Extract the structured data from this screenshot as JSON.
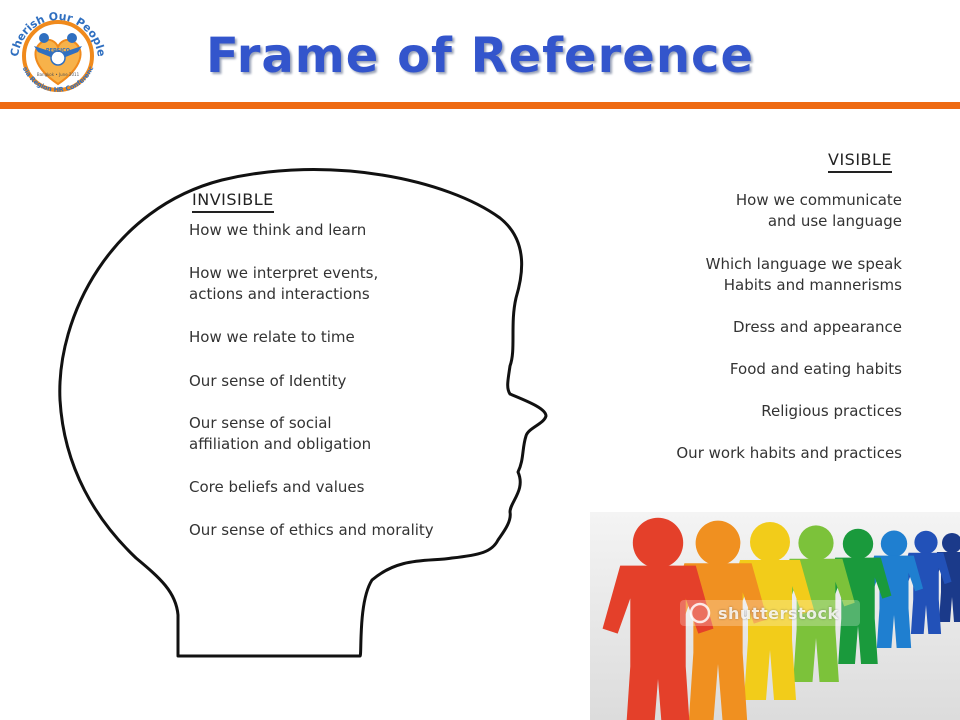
{
  "slide": {
    "title": "Frame of Reference"
  },
  "logo": {
    "text_top": "Cherish Our People",
    "text_bottom": "Asia Region HR Conference",
    "brand": "PEPSICO",
    "date": "Bangkok • June 2011"
  },
  "invisible": {
    "heading": "INVISIBLE",
    "items": [
      "How we think and learn",
      "How we interpret events,\nactions and interactions",
      "How we relate to time",
      "Our sense of Identity",
      "Our sense of social\naffiliation and obligation",
      "Core beliefs and values",
      "Our sense of ethics and morality"
    ]
  },
  "visible": {
    "heading": "VISIBLE",
    "items": [
      "How we communicate\nand use language",
      "Which language we speak\nHabits and mannerisms",
      "Dress and appearance",
      "Food and eating habits",
      "Religious practices",
      "Our work habits and practices"
    ]
  },
  "photo": {
    "watermark": "shutterstock"
  },
  "colors": {
    "title": "#3355cc",
    "rule": "#ee6a12",
    "logo_ring": "#f08a1c",
    "logo_blue": "#2f6fc0"
  }
}
